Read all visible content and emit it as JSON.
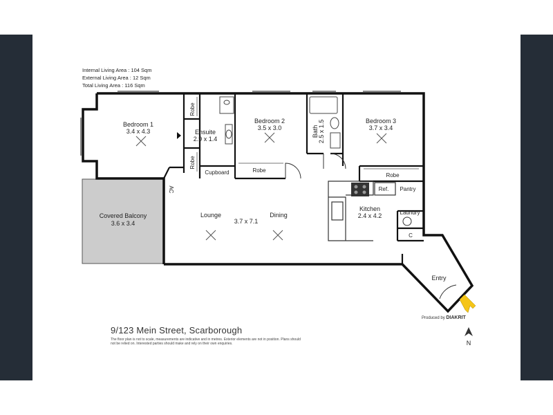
{
  "areas": {
    "internal": "Internal Living Area : 104 Sqm",
    "external": "External Living Area : 12 Sqm",
    "total": "Total Living Area : 116 Sqm"
  },
  "rooms": {
    "bedroom1": {
      "name": "Bedroom 1",
      "dims": "3.4 x 4.3"
    },
    "ensuite": {
      "name": "Ensuite",
      "dims": "2.9 x 1.4"
    },
    "robe_top": "Robe",
    "robe_side": "Robe",
    "cupboard": "Cupboard",
    "bedroom2": {
      "name": "Bedroom 2",
      "dims": "3.5 x 3.0"
    },
    "robe_bed2": "Robe",
    "bath": {
      "name": "Bath",
      "dims": "2.5 x 1.5"
    },
    "bedroom3": {
      "name": "Bedroom 3",
      "dims": "3.7 x 3.4"
    },
    "robe_bed3": "Robe",
    "ref": "Ref.",
    "pantry": "Pantry",
    "kitchen": {
      "name": "Kitchen",
      "dims": "2.4 x 4.2"
    },
    "laundry": "Laundry",
    "c": "C",
    "ac": "AC",
    "balcony": {
      "name": "Covered Balcony",
      "dims": "3.6 x 3.4"
    },
    "lounge": "Lounge",
    "lounge_dining_dims": "3.7 x 7.1",
    "dining": "Dining",
    "entry": "Entry"
  },
  "address": "9/123 Mein Street, Scarborough",
  "disclaimer": "The floor plan is not to scale, measurements are indicative and in metres. Exterior elements are not in position. Plans should not be relied on. Interested parties should make and rely on their own enquiries.",
  "producer": {
    "prefix": "Produced by",
    "brand": "DIAKRIT"
  },
  "compass": "N",
  "colors": {
    "side_bars": "#252d37",
    "balcony": "#cccccc",
    "arrow": "#f5c518",
    "walls": "#111111"
  }
}
